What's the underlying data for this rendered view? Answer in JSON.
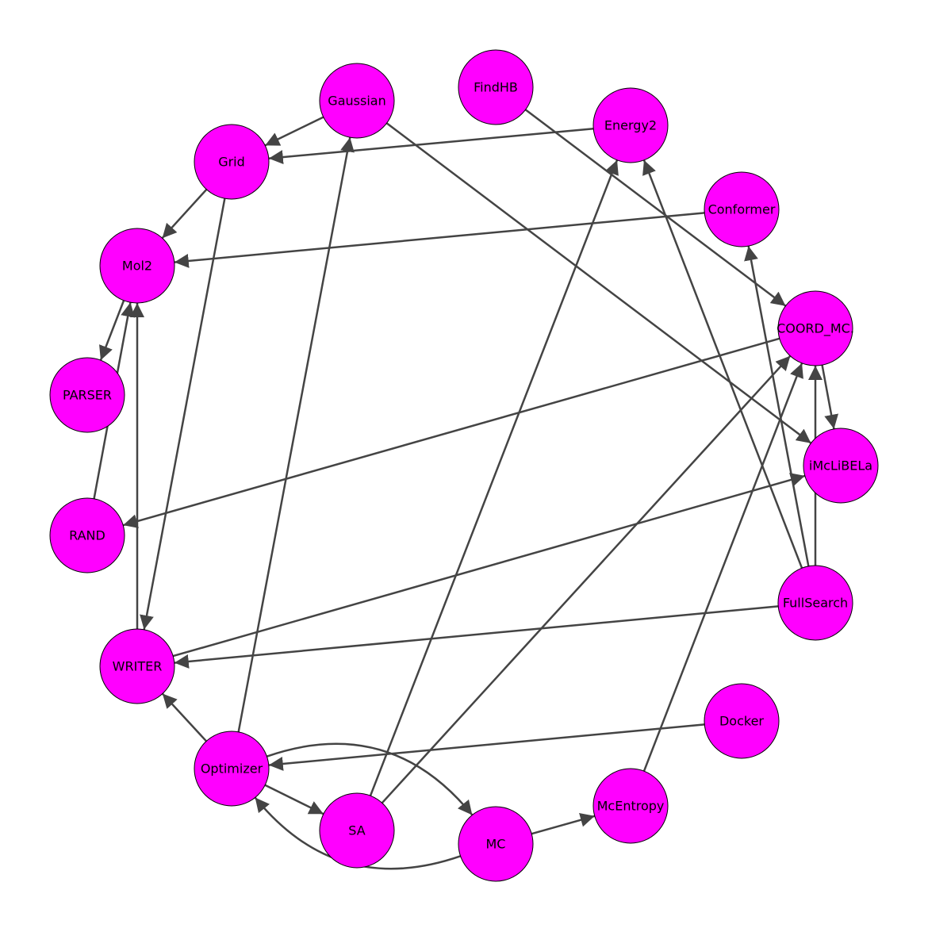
{
  "colors": {
    "node_fill": "#ff00ff",
    "node_stroke": "#000000",
    "edge": "#444444",
    "background": "#ffffff"
  },
  "nodes": [
    {
      "id": "Gaussian",
      "label": "Gaussian"
    },
    {
      "id": "FindHB",
      "label": "FindHB"
    },
    {
      "id": "Energy2",
      "label": "Energy2"
    },
    {
      "id": "Grid",
      "label": "Grid"
    },
    {
      "id": "Conformer",
      "label": "Conformer"
    },
    {
      "id": "Mol2",
      "label": "Mol2"
    },
    {
      "id": "COORD_MC",
      "label": "COORD_MC."
    },
    {
      "id": "PARSER",
      "label": "PARSER"
    },
    {
      "id": "iMcLiBELa",
      "label": "iMcLiBELa"
    },
    {
      "id": "RAND",
      "label": "RAND"
    },
    {
      "id": "FullSearch",
      "label": "FullSearch"
    },
    {
      "id": "WRITER",
      "label": "WRITER"
    },
    {
      "id": "Docker",
      "label": "Docker"
    },
    {
      "id": "Optimizer",
      "label": "Optimizer"
    },
    {
      "id": "McEntropy",
      "label": "McEntropy"
    },
    {
      "id": "SA",
      "label": "SA"
    },
    {
      "id": "MC",
      "label": "MC"
    }
  ],
  "edges": [
    {
      "from": "Gaussian",
      "to": "Grid"
    },
    {
      "from": "Gaussian",
      "to": "iMcLiBELa"
    },
    {
      "from": "Energy2",
      "to": "Grid"
    },
    {
      "from": "FindHB",
      "to": "COORD_MC"
    },
    {
      "from": "Grid",
      "to": "Mol2"
    },
    {
      "from": "Grid",
      "to": "WRITER"
    },
    {
      "from": "Conformer",
      "to": "Mol2"
    },
    {
      "from": "Mol2",
      "to": "PARSER"
    },
    {
      "from": "RAND",
      "to": "Mol2"
    },
    {
      "from": "WRITER",
      "to": "Mol2"
    },
    {
      "from": "COORD_MC",
      "to": "RAND"
    },
    {
      "from": "COORD_MC",
      "to": "iMcLiBELa"
    },
    {
      "from": "FullSearch",
      "to": "COORD_MC"
    },
    {
      "from": "FullSearch",
      "to": "Conformer"
    },
    {
      "from": "FullSearch",
      "to": "Energy2"
    },
    {
      "from": "FullSearch",
      "to": "WRITER"
    },
    {
      "from": "WRITER",
      "to": "iMcLiBELa"
    },
    {
      "from": "Optimizer",
      "to": "WRITER"
    },
    {
      "from": "Optimizer",
      "to": "Gaussian"
    },
    {
      "from": "Optimizer",
      "to": "SA"
    },
    {
      "from": "Optimizer",
      "to": "MC",
      "curved": true
    },
    {
      "from": "Docker",
      "to": "Optimizer"
    },
    {
      "from": "SA",
      "to": "Energy2"
    },
    {
      "from": "SA",
      "to": "COORD_MC"
    },
    {
      "from": "MC",
      "to": "McEntropy"
    },
    {
      "from": "MC",
      "to": "Optimizer",
      "curved": true
    },
    {
      "from": "McEntropy",
      "to": "COORD_MC"
    }
  ]
}
